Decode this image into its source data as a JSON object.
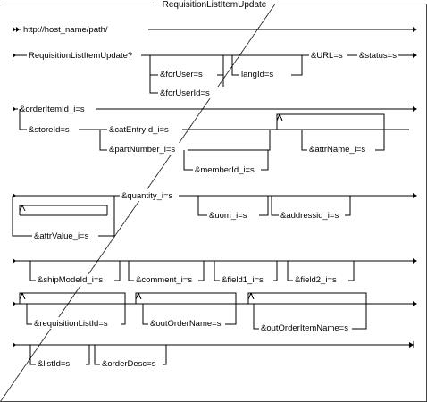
{
  "title": "RequisitionListItemUpdate",
  "tokens": {
    "url_prefix": "http://host_name/path/",
    "command": "RequisitionListItemUpdate?",
    "for_user": "&forUser=s",
    "for_user_id": "&forUserId=s",
    "lang_id": "langId=s",
    "url": "&URL=s",
    "status": "&status=s",
    "order_item_id": "&orderItemId_i=s",
    "store_id": "&storeId=s",
    "cat_entry_id": "&catEntryId_i=s",
    "part_number": "&partNumber_i=s",
    "member_id": "&memberId_i=s",
    "attr_name": "&attrName_i=s",
    "quantity": "&quantity_i=s",
    "attr_value": "&attrValue_i=s",
    "uom": "&uom_i=s",
    "address_id": "&addressid_i=s",
    "ship_mode_id": "&shipModeId_i=s",
    "comment": "&comment_i=s",
    "field1": "&field1_i=s",
    "field2": "&field2_i=s",
    "requisition_list_id": "&requisitionListId=s",
    "out_order_name": "&outOrderName=s",
    "out_order_item_name": "&outOrderItemName=s",
    "list_id": "&listId=s",
    "order_desc": "&orderDesc=s"
  }
}
